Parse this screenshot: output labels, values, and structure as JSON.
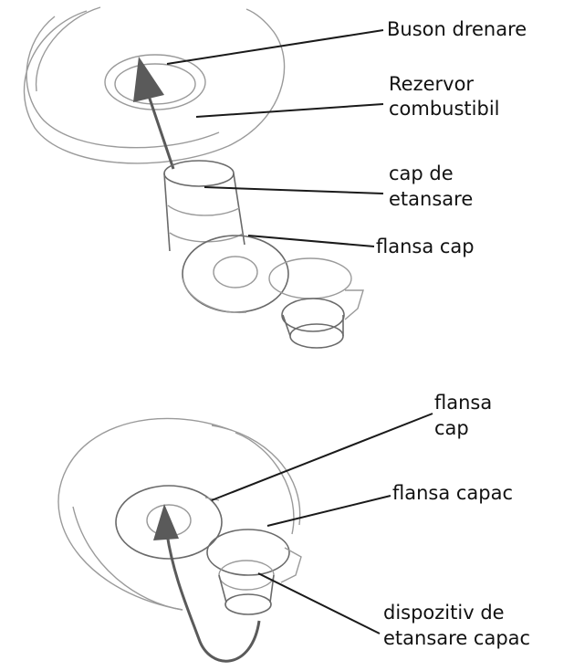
{
  "labels": {
    "buson_drenare": "Buson drenare",
    "rezervor_line1": "Rezervor",
    "rezervor_line2": "combustibil",
    "cap_line1": "cap de",
    "cap_line2": "etansare",
    "flansa_cap_top": "flansa cap",
    "flansa_cap_bottom_line1": "flansa",
    "flansa_cap_bottom_line2": "cap",
    "flansa_capac": "flansa capac",
    "dispozitiv_line1": "dispozitiv de",
    "dispozitiv_line2": "etansare capac"
  }
}
